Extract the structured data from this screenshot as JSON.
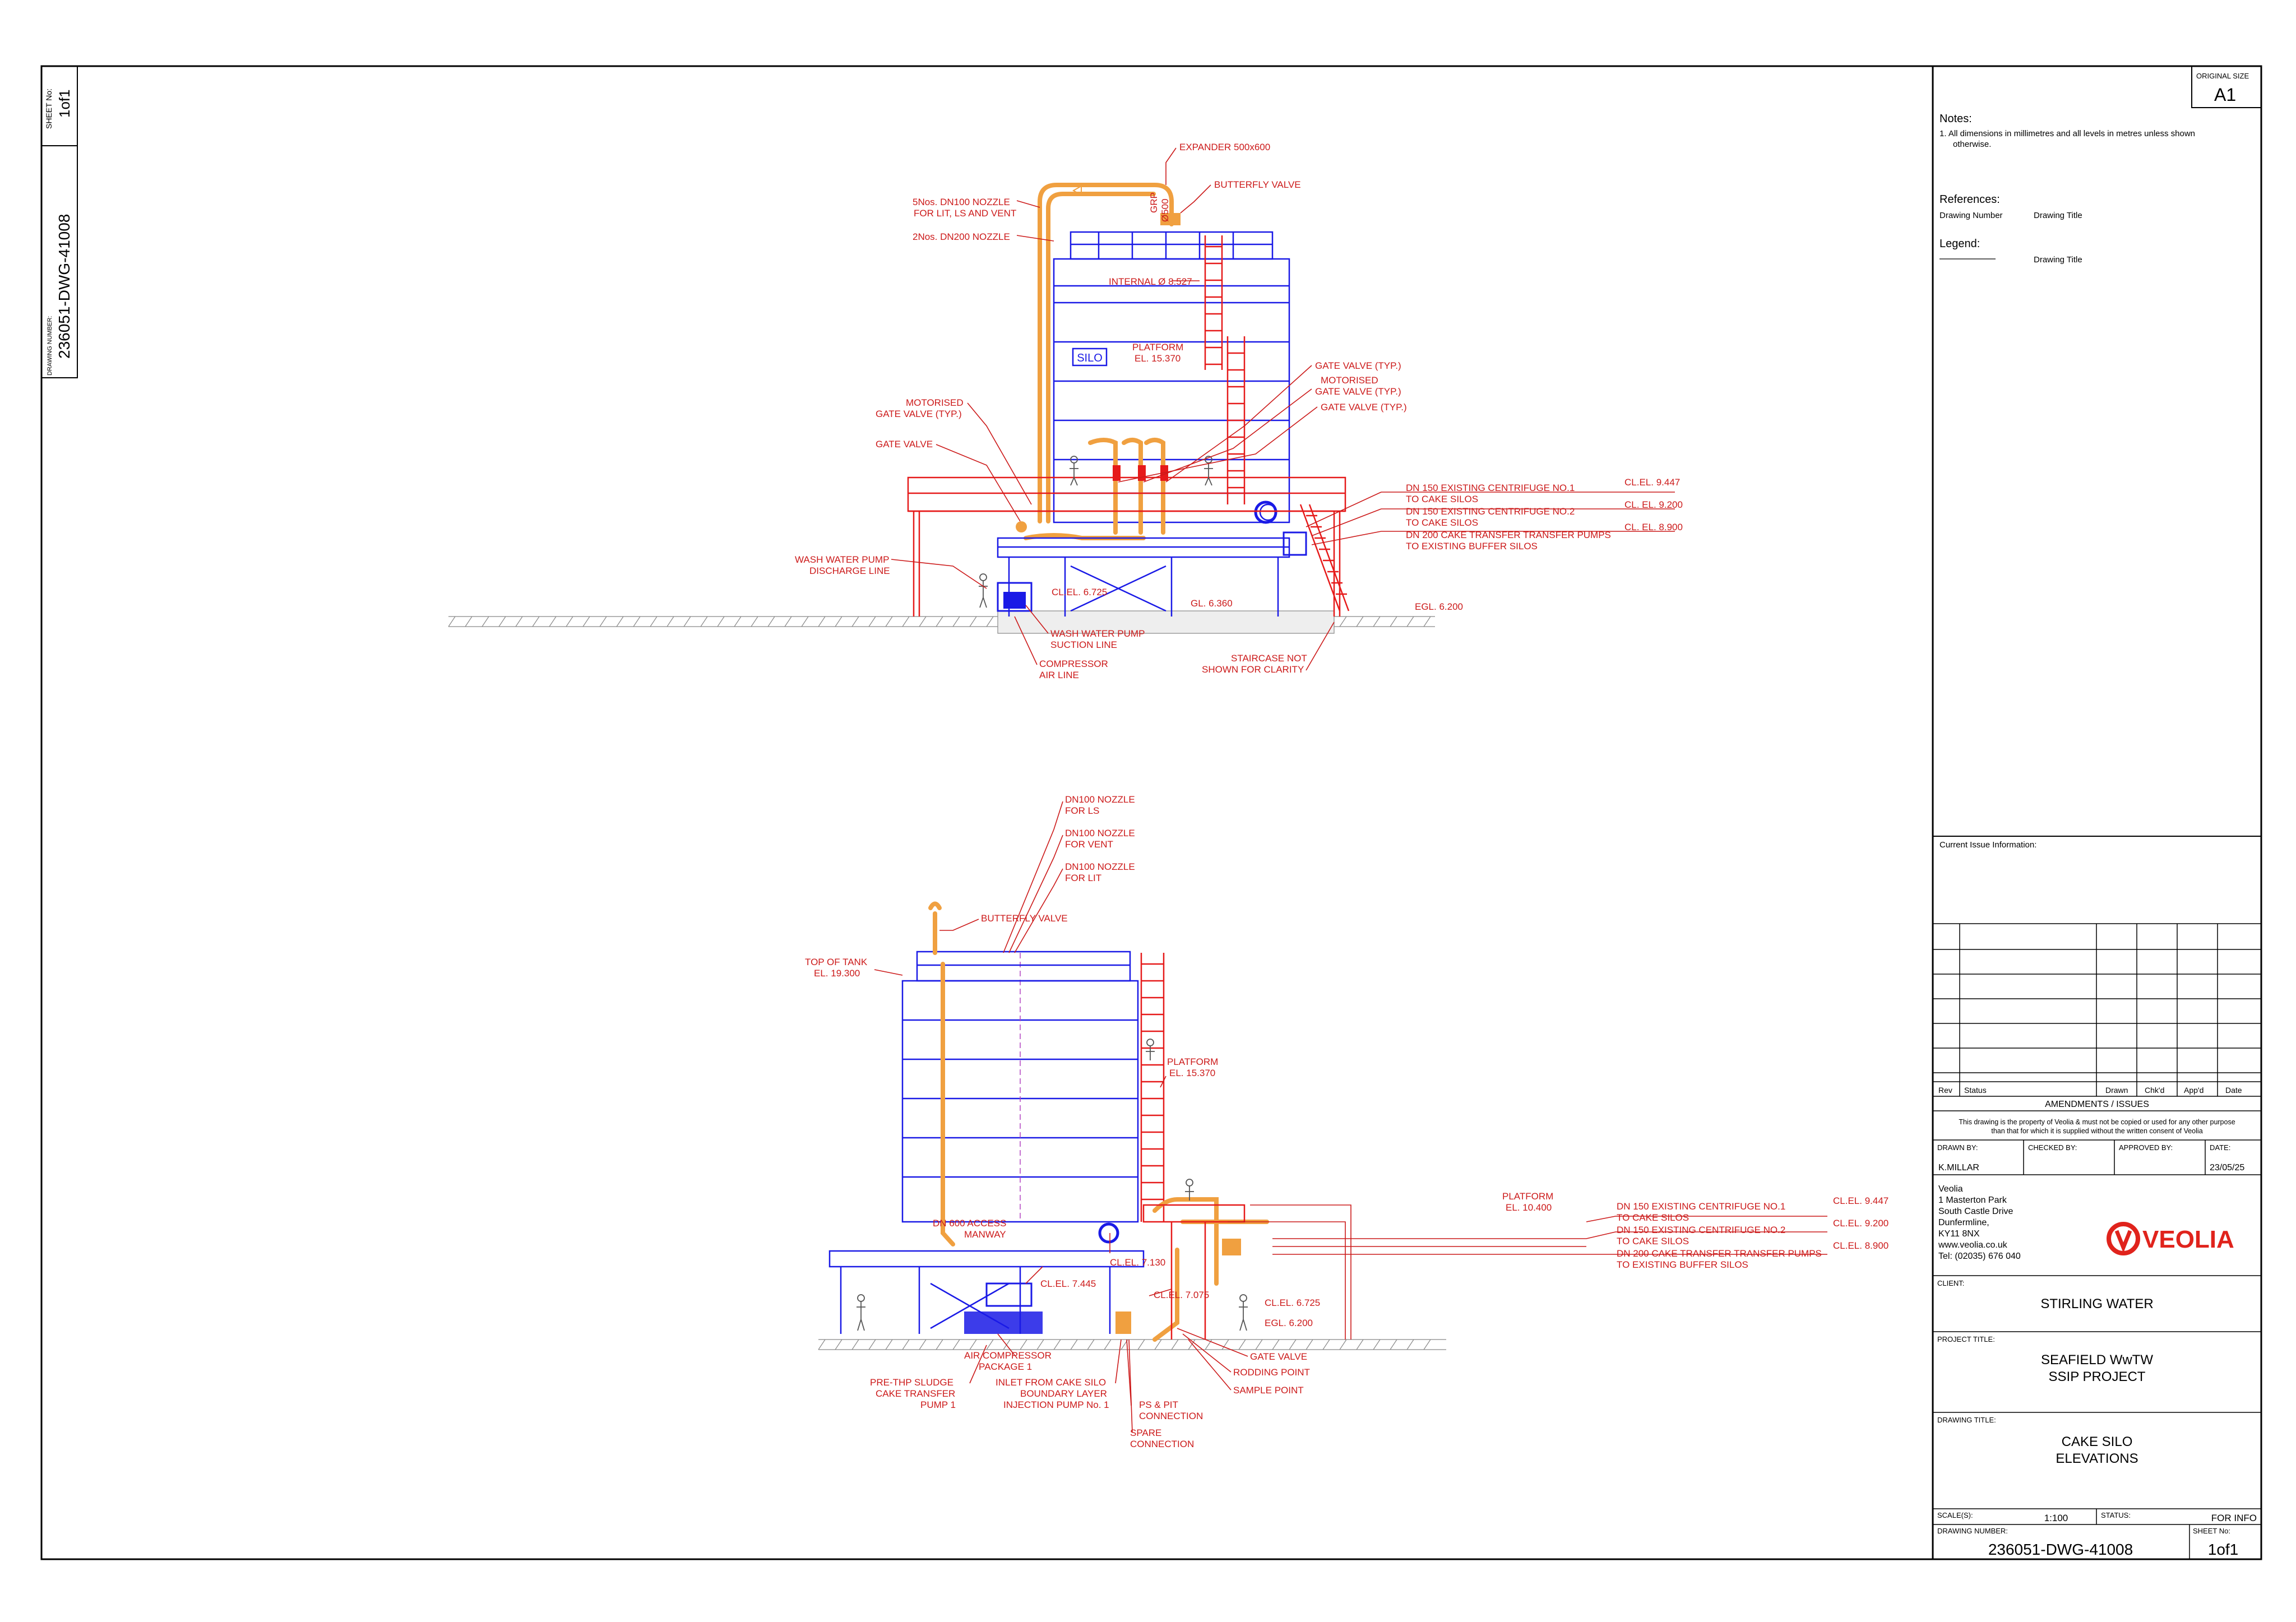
{
  "side_strip": {
    "sheet_no_label": "SHEET No:",
    "sheet_no": "1of1",
    "drawing_number_label": "DRAWING NUMBER:",
    "drawing_number": "236051-DWG-41008"
  },
  "title_block": {
    "original_size_label": "ORIGINAL SIZE",
    "original_size": "A1",
    "notes_title": "Notes:",
    "notes_line1": "1.  All dimensions in millimetres and all levels in metres unless shown",
    "notes_line2": "otherwise.",
    "references_title": "References:",
    "ref_col1": "Drawing Number",
    "ref_col2": "Drawing Title",
    "legend_title": "Legend:",
    "legend_col2": "Drawing Title",
    "current_issue": "Current Issue Information:",
    "rev_headers": [
      "Rev",
      "Status",
      "Drawn",
      "Chk'd",
      "App'd",
      "Date"
    ],
    "amendments": "AMENDMENTS / ISSUES",
    "copyright_line1": "This drawing is the property of Veolia & must not be copied or used for any other purpose",
    "copyright_line2": "than that for which it is supplied without the written consent of Veolia",
    "drawn_by_label": "DRAWN BY:",
    "drawn_by": "K.MILLAR",
    "checked_by_label": "CHECKED BY:",
    "approved_by_label": "APPROVED BY:",
    "date_label": "DATE:",
    "date": "23/05/25",
    "address": [
      "Veolia",
      "1 Masterton Park",
      "South Castle Drive",
      "Dunfermline,",
      "KY11 8NX",
      "www.veolia.co.uk",
      "Tel:  (02035) 676 040"
    ],
    "logo_text": "VEOLIA",
    "client_label": "CLIENT:",
    "client": "STIRLING WATER",
    "project_title_label": "PROJECT TITLE:",
    "project_line1": "SEAFIELD WwTW",
    "project_line2": "SSIP PROJECT",
    "drawing_title_label": "DRAWING TITLE:",
    "drawing_title_line1": "CAKE SILO",
    "drawing_title_line2": "ELEVATIONS",
    "scale_label": "SCALE(S):",
    "scale": "1:100",
    "status_label": "STATUS:",
    "status": "FOR INFO",
    "drawing_number_label": "DRAWING NUMBER:",
    "drawing_number": "236051-DWG-41008",
    "sheet_no_label": "SHEET No:",
    "sheet_no": "1of1"
  },
  "top_elevation": {
    "silo": "SILO",
    "expander": "EXPANDER 500x600",
    "butterfly_valve": "BUTTERFLY VALVE",
    "grp": "GRP",
    "grp_size": "Ø500",
    "nozzle_5nos_1": "5Nos. DN100 NOZZLE",
    "nozzle_5nos_2": "FOR LIT, LS AND VENT",
    "nozzle_2nos": "2Nos. DN200 NOZZLE",
    "internal": "INTERNAL Ø 8.527",
    "platform_1": "PLATFORM",
    "platform_2": "EL. 15.370",
    "gate_valve_typ": "GATE VALVE (TYP.)",
    "motorised_r1": "MOTORISED",
    "motorised_r2": "GATE VALVE (TYP.)",
    "gate_valve_typ2": "GATE VALVE (TYP.)",
    "motorised_l1": "MOTORISED",
    "motorised_l2": "GATE VALVE (TYP.)",
    "gate_valve": "GATE VALVE",
    "wash_discharge_1": "WASH WATER PUMP",
    "wash_discharge_2": "DISCHARGE LINE",
    "cl_6725": "CL.EL. 6.725",
    "gl_6360": "GL. 6.360",
    "egl_6200": "EGL. 6.200",
    "wash_suction_1": "WASH WATER PUMP",
    "wash_suction_2": "SUCTION LINE",
    "compressor_1": "COMPRESSOR",
    "compressor_2": "AIR LINE",
    "staircase_1": "STAIRCASE NOT",
    "staircase_2": "SHOWN FOR CLARITY",
    "dn150_1a": "DN 150 EXISTING CENTRIFUGE NO.1",
    "dn150_1b": "TO CAKE SILOS",
    "dn150_2a": "DN 150 EXISTING CENTRIFUGE NO.2",
    "dn150_2b": "TO CAKE SILOS",
    "dn200_a": "DN 200 CAKE TRANSFER TRANSFER PUMPS",
    "dn200_b": "TO EXISTING BUFFER SILOS",
    "cl_9447": "CL.EL. 9.447",
    "cl_9200": "CL. EL. 9.200",
    "cl_8900": "CL. EL. 8.900"
  },
  "bottom_elevation": {
    "dn100_ls_1": "DN100 NOZZLE",
    "dn100_ls_2": "FOR LS",
    "dn100_vent_1": "DN100 NOZZLE",
    "dn100_vent_2": "FOR VENT",
    "dn100_lit_1": "DN100 NOZZLE",
    "dn100_lit_2": "FOR LIT",
    "butterfly_valve": "BUTTERFLY VALVE",
    "top_tank_1": "TOP OF TANK",
    "top_tank_2": "EL. 19.300",
    "platform_1": "PLATFORM",
    "platform_2": "EL. 15.370",
    "platform_b1": "PLATFORM",
    "platform_b2": "EL. 10.400",
    "dn600_1": "DN 600 ACCESS",
    "dn600_2": "MANWAY",
    "cl_7130": "CL.EL. 7.130",
    "cl_7445": "CL.EL. 7.445",
    "cl_7075": "CL.EL. 7.075",
    "cl_6725": "CL.EL. 6.725",
    "egl_6200": "EGL. 6.200",
    "air_comp_1": "AIR COMPRESSOR",
    "air_comp_2": "PACKAGE 1",
    "prethp_1": "PRE-THP SLUDGE",
    "prethp_2": "CAKE TRANSFER",
    "prethp_3": "PUMP 1",
    "inlet_1": "INLET FROM CAKE SILO",
    "inlet_2": "BOUNDARY LAYER",
    "inlet_3": "INJECTION PUMP No. 1",
    "ps_pit_1": "PS & PIT",
    "ps_pit_2": "CONNECTION",
    "spare_1": "SPARE",
    "spare_2": "CONNECTION",
    "gate_valve": "GATE VALVE",
    "rodding": "RODDING POINT",
    "sample": "SAMPLE POINT",
    "dn150_1a": "DN 150 EXISTING CENTRIFUGE NO.1",
    "dn150_1b": "TO CAKE SILOS",
    "dn150_2a": "DN 150 EXISTING CENTRIFUGE NO.2",
    "dn150_2b": "TO CAKE SILOS",
    "dn200_a": "DN 200 CAKE TRANSFER TRANSFER PUMPS",
    "dn200_b": "TO EXISTING BUFFER SILOS",
    "cl_9447": "CL.EL. 9.447",
    "cl_9200": "CL.EL. 9.200",
    "cl_8900": "CL.EL. 8.900"
  }
}
